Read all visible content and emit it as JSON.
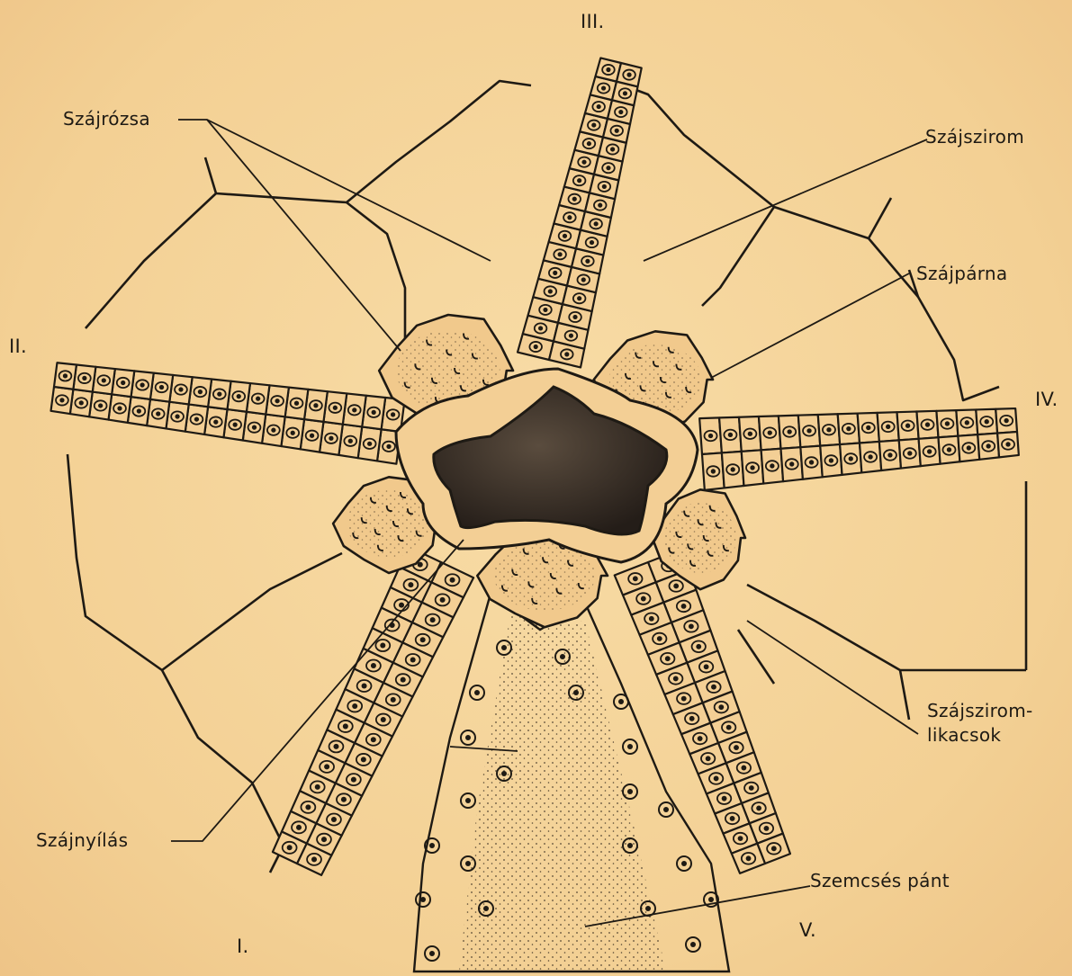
{
  "figure": {
    "labels": {
      "szajrozsa": "Szájrózsa",
      "szajszirom": "Szájszirom",
      "szajparna": "Szájpárna",
      "szajszirom_likacsok_1": "Szájszirom-",
      "szajszirom_likacsok_2": "likacsok",
      "szajnyilas": "Szájnyílás",
      "szemcses_pant": "Szemcsés pánt"
    },
    "ambulacra": {
      "i": "I.",
      "ii": "II.",
      "iii": "III.",
      "iv": "IV.",
      "v": "V."
    }
  },
  "colors": {
    "paper": "#f5d49c",
    "ink": "#1e1a14",
    "mouth": "#2a2420"
  }
}
